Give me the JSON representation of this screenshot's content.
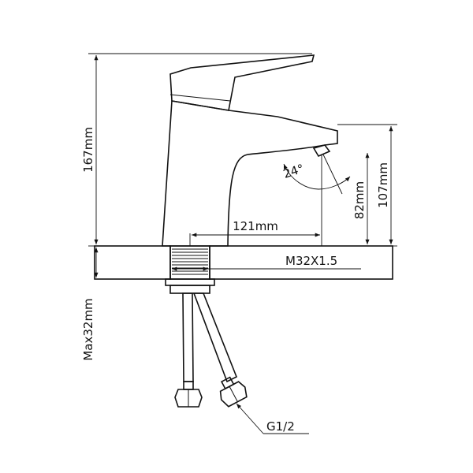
{
  "labels": {
    "total_height": "167mm",
    "spout_height": "107mm",
    "outlet_height": "82mm",
    "reach": "121mm",
    "thread": "M32X1.5",
    "max_thickness": "Max32mm",
    "connection": "G1/2",
    "angle": "24°"
  },
  "colors": {
    "line": "#111111",
    "background": "#ffffff"
  }
}
